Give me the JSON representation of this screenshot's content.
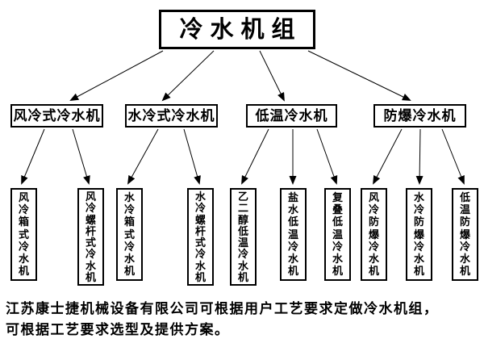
{
  "diagram": {
    "root": {
      "label": "冷水机组"
    },
    "level2": [
      {
        "label": "风冷式冷水机"
      },
      {
        "label": "水冷式冷水机"
      },
      {
        "label": "低温冷水机"
      },
      {
        "label": "防爆冷水机"
      }
    ],
    "level3": [
      {
        "label": "风冷箱式冷水机",
        "parent": "风冷式冷水机"
      },
      {
        "label": "风冷螺杆式冷水机",
        "parent": "风冷式冷水机"
      },
      {
        "label": "水冷箱式冷水机",
        "parent": "水冷式冷水机"
      },
      {
        "label": "水冷螺杆式冷水机",
        "parent": "水冷式冷水机"
      },
      {
        "label": "乙二醇低温冷水机",
        "parent": "低温冷水机"
      },
      {
        "label": "盐水低温冷水机",
        "parent": "低温冷水机"
      },
      {
        "label": "复叠低温冷水机",
        "parent": "低温冷水机"
      },
      {
        "label": "风冷防爆冷水机",
        "parent": "防爆冷水机"
      },
      {
        "label": "水冷防爆冷水机",
        "parent": "防爆冷水机"
      },
      {
        "label": "低温防爆冷水机",
        "parent": "防爆冷水机"
      }
    ],
    "footer": {
      "line1": "江苏康士捷机械设备有限公司可根据用户工艺要求定做冷水机组，",
      "line2": "可根据工艺要求选型及提供方案。"
    },
    "colors": {
      "background": "#ffffff",
      "box_border": "#000000",
      "connector": "#000000",
      "text": "#000000"
    }
  }
}
